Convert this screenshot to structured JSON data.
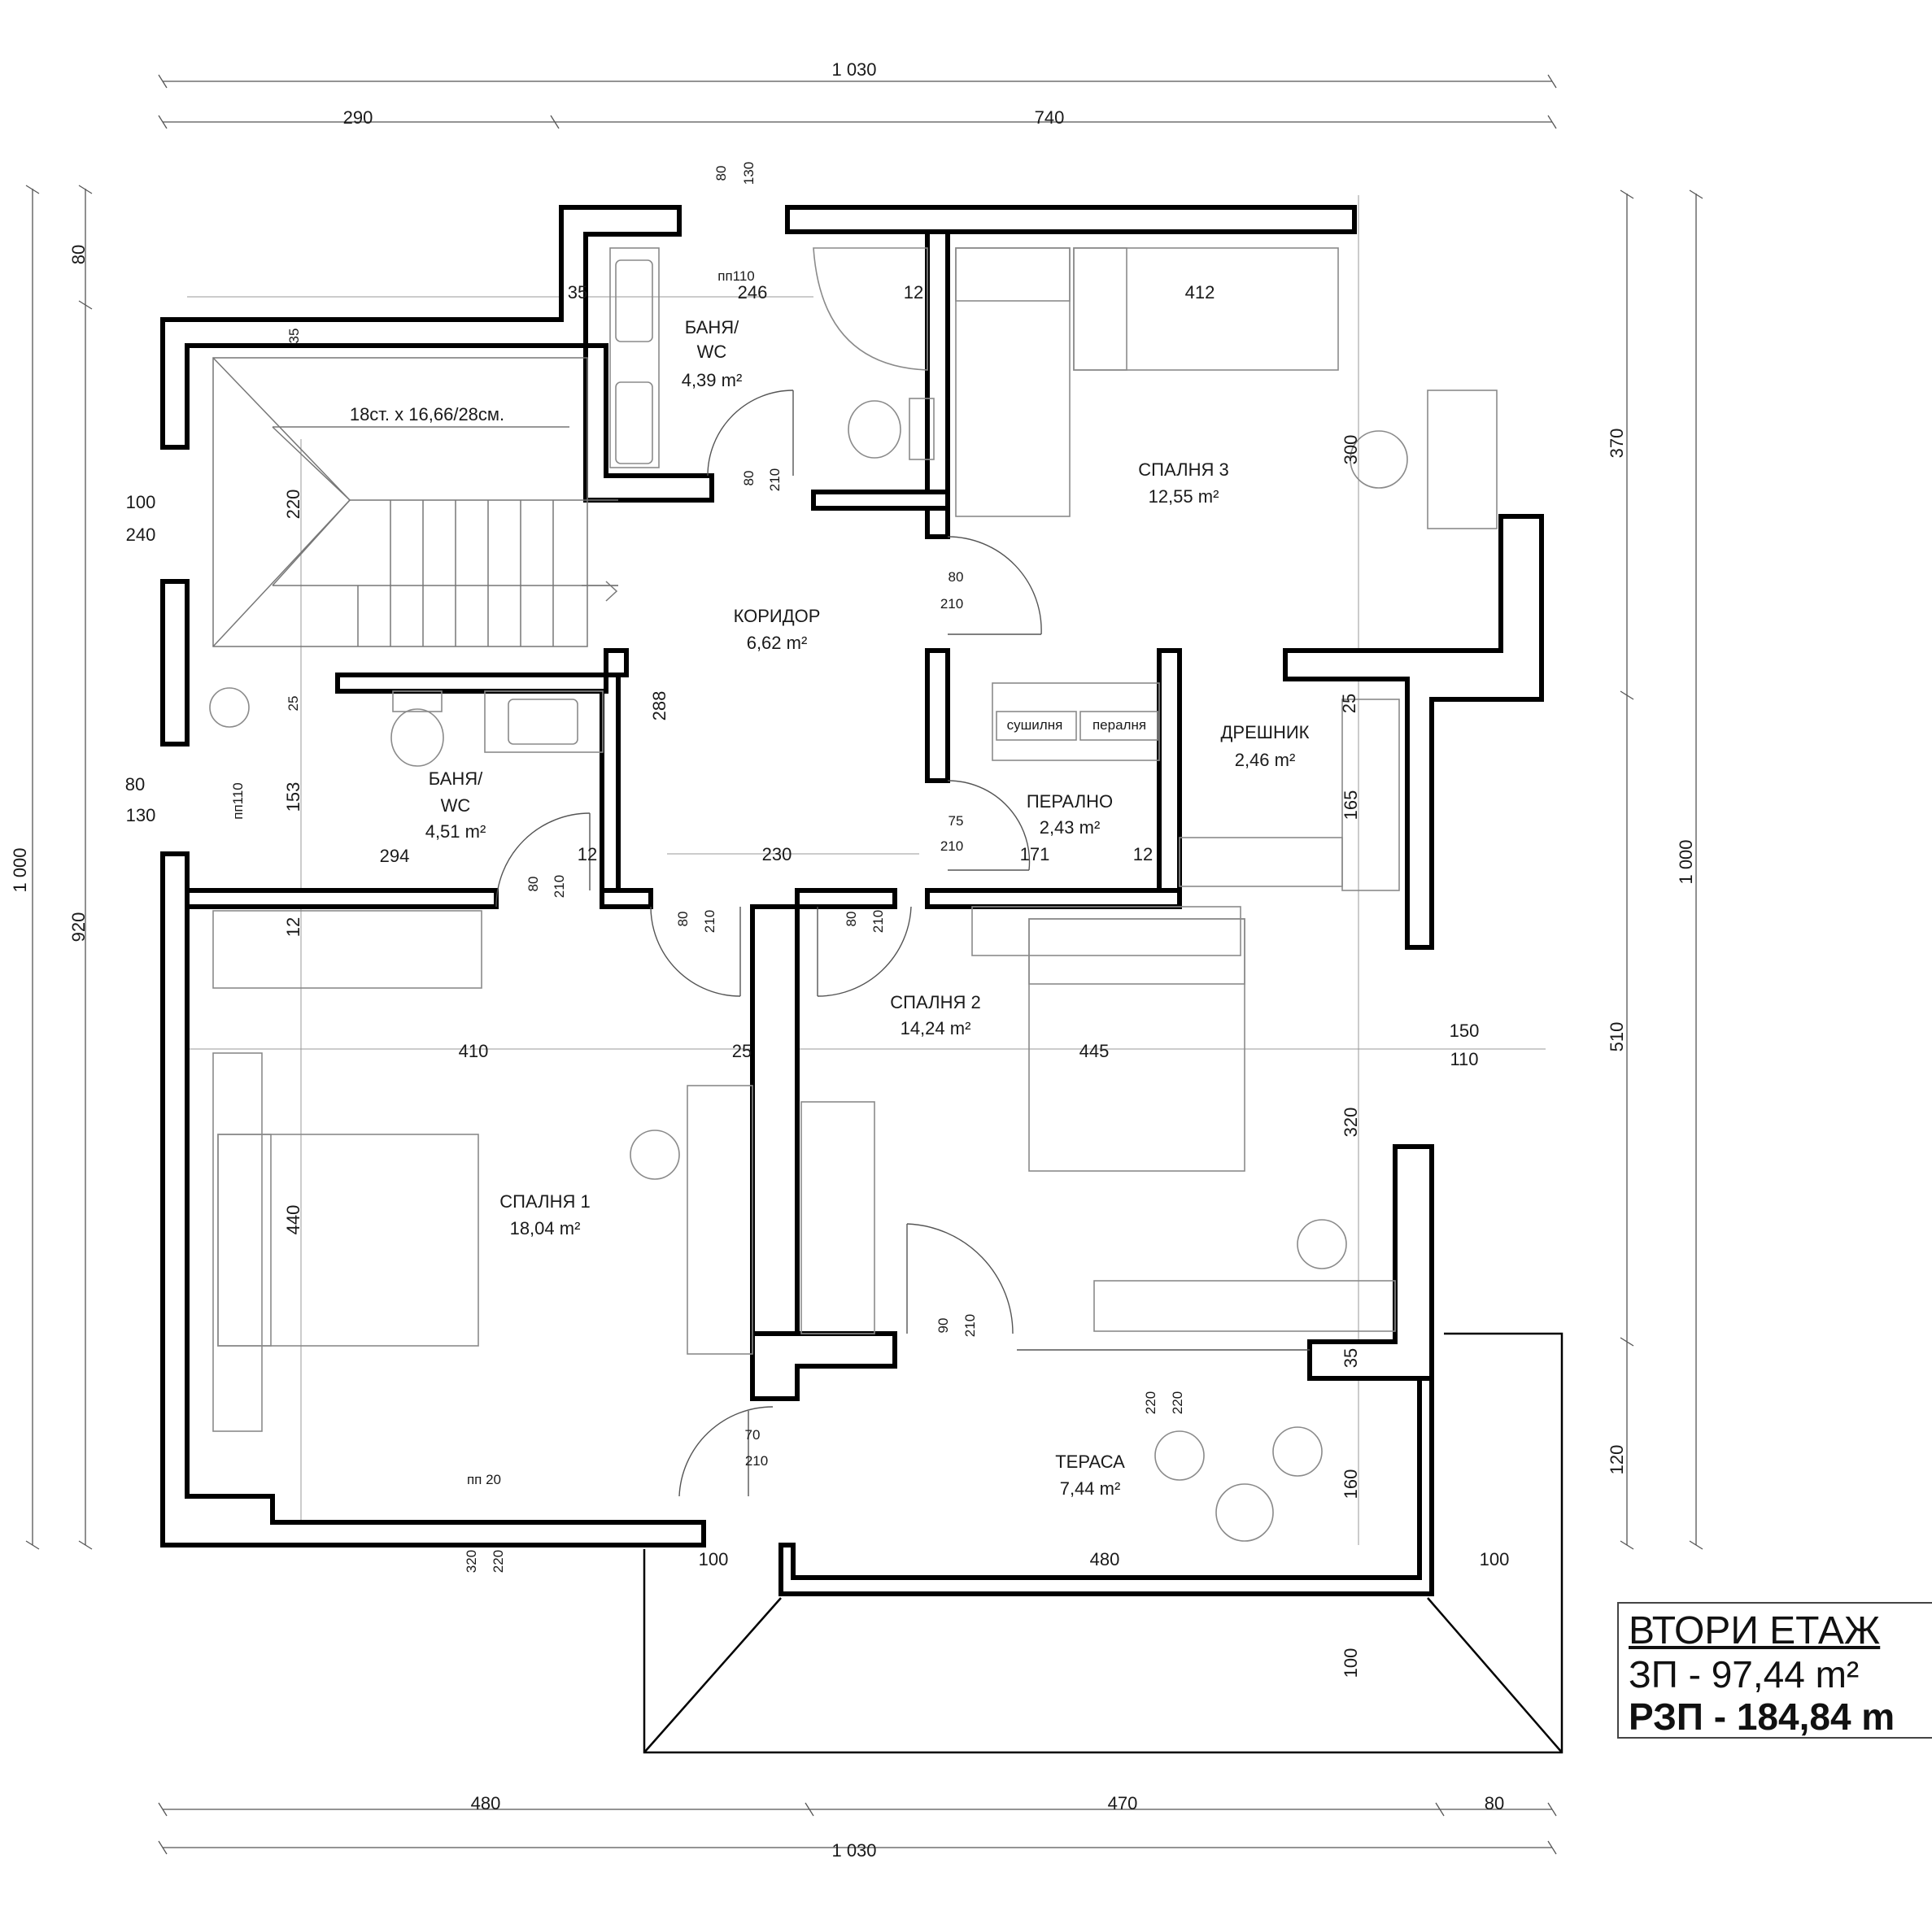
{
  "plan_title": "ВТОРИ ЕТАЖ",
  "area_built": "ЗП - 97,44 m²",
  "area_total": "РЗП - 184,84 m",
  "rooms": {
    "bath1_name": "БАНЯ/",
    "bath1_name2": "WC",
    "bath1_area": "4,39 m²",
    "bedroom3_name": "СПАЛНЯ 3",
    "bedroom3_area": "12,55 m²",
    "corridor_name": "КОРИДОР",
    "corridor_area": "6,62 m²",
    "closet_name": "ДРЕШНИК",
    "closet_area": "2,46 m²",
    "laundry_name": "ПЕРАЛНО",
    "laundry_area": "2,43 m²",
    "bath2_name": "БАНЯ/",
    "bath2_name2": "WC",
    "bath2_area": "4,51 m²",
    "bedroom2_name": "СПАЛНЯ 2",
    "bedroom2_area": "14,24 m²",
    "bedroom1_name": "СПАЛНЯ 1",
    "bedroom1_area": "18,04 m²",
    "terrace_name": "ТЕРАСА",
    "terrace_area": "7,44 m²"
  },
  "appliances": {
    "dryer": "сушилня",
    "washer": "пералня"
  },
  "stairs_label": "18ст. x 16,66/28см.",
  "dimensions": {
    "top_total": "1 030",
    "top_left": "290",
    "top_right": "740",
    "bottom_total": "1 030",
    "bottom_left": "480",
    "bottom_mid": "470",
    "bottom_right": "80",
    "left_total": "1 000",
    "left_top": "80",
    "left_main": "920",
    "right_total": "1 000",
    "right_top": "370",
    "right_mid": "510",
    "right_bot": "120"
  },
  "inner_dims": {
    "d_246": "246",
    "d_35a": "35",
    "d_12a": "12",
    "d_412": "412",
    "d_nn110a": "пп110",
    "d_80a": "80",
    "d_130a": "130",
    "d_35b": "35",
    "d_220a": "220",
    "d_100": "100",
    "d_240": "240",
    "d_300": "300",
    "d_80b": "80",
    "d_210a": "210",
    "d_80c": "80",
    "d_210b": "210",
    "d_288": "288",
    "d_25a": "25",
    "d_165": "165",
    "d_80d": "80",
    "d_130b": "130",
    "d_nn110b": "пп110",
    "d_153": "153",
    "d_25b": "25",
    "d_294": "294",
    "d_12b": "12",
    "d_230": "230",
    "d_75": "75",
    "d_210c": "210",
    "d_171": "171",
    "d_12c": "12",
    "d_80e": "80",
    "d_210d": "210",
    "d_80f": "80",
    "d_210e": "210",
    "d_80g": "80",
    "d_210f": "210",
    "d_12d": "12",
    "d_410": "410",
    "d_25c": "25",
    "d_445": "445",
    "d_150": "150",
    "d_110": "110",
    "d_320": "320",
    "d_440": "440",
    "d_90": "90",
    "d_210g": "210",
    "d_35c": "35",
    "d_220b": "220",
    "d_220c": "220",
    "d_70": "70",
    "d_210h": "210",
    "d_160": "160",
    "d_nn20": "пп 20",
    "d_320b": "320",
    "d_220d": "220",
    "d_100b": "100",
    "d_480": "480",
    "d_100c": "100",
    "d_100d": "100"
  }
}
